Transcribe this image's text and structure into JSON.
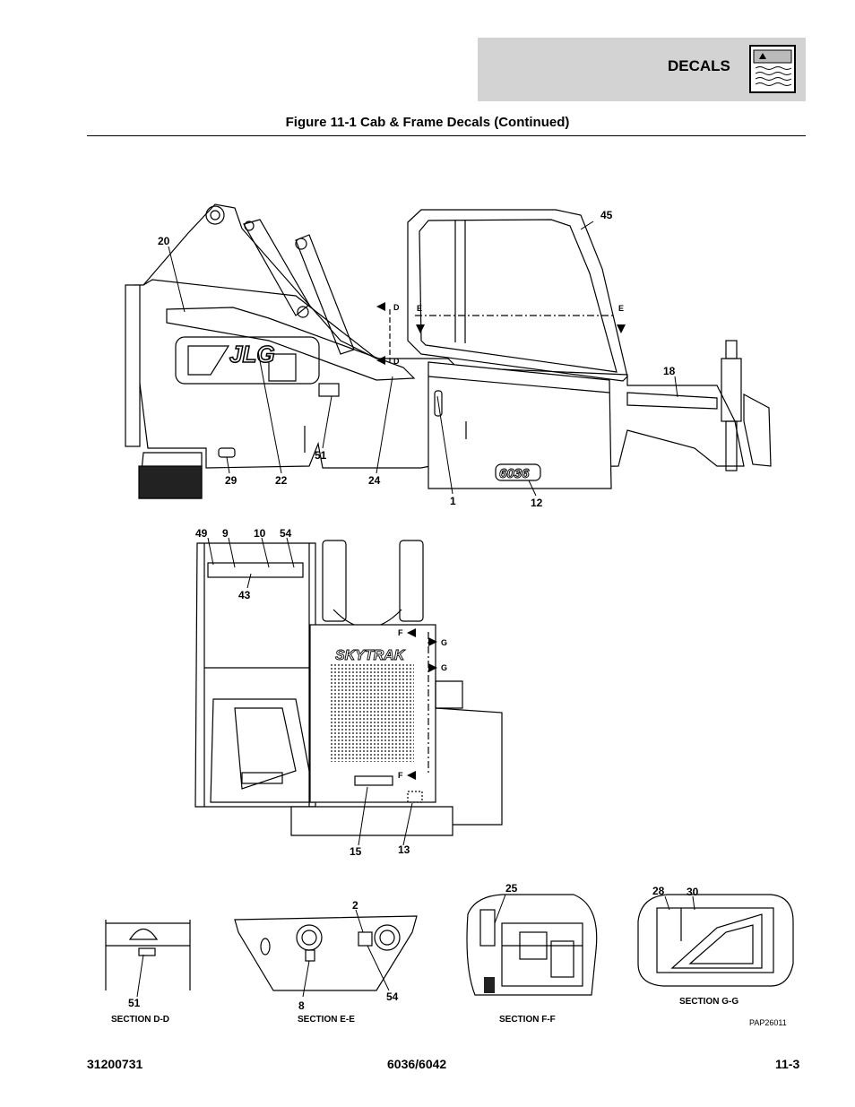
{
  "header": {
    "section_title": "DECALS",
    "icon": "decal-sheet-icon"
  },
  "figure_title": "Figure 11-1 Cab & Frame Decals (Continued)",
  "callouts_top": [
    "20",
    "45",
    "18",
    "51",
    "29",
    "22",
    "24",
    "1",
    "12"
  ],
  "section_markers": {
    "d": "D",
    "e": "E",
    "f": "F",
    "g": "G"
  },
  "callouts_middle": [
    "49",
    "9",
    "10",
    "54",
    "43",
    "15",
    "13"
  ],
  "brand_text": {
    "jlg": "JLG",
    "model": "6036",
    "skytrak": "SKYTRAK"
  },
  "sections": [
    {
      "label": "SECTION D-D",
      "callouts": [
        "51"
      ]
    },
    {
      "label": "SECTION E-E",
      "callouts": [
        "2",
        "8",
        "54"
      ]
    },
    {
      "label": "SECTION F-F",
      "callouts": [
        "25"
      ]
    },
    {
      "label": "SECTION G-G",
      "callouts": [
        "28",
        "30"
      ]
    }
  ],
  "drawing_id": "PAP26011",
  "footer": {
    "left": "31200731",
    "center": "6036/6042",
    "right": "11-3"
  }
}
